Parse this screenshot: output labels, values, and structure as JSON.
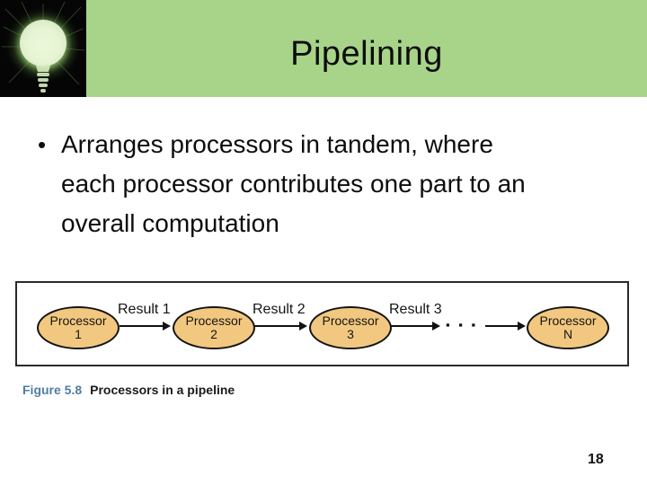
{
  "slide": {
    "title": "Pipelining",
    "bullet": {
      "marker": "•",
      "lines": [
        "Arranges processors in tandem, where",
        "each processor contributes one part to an",
        "overall computation"
      ]
    },
    "figure": {
      "processors": [
        {
          "label": "Processor",
          "sub": "1"
        },
        {
          "label": "Processor",
          "sub": "2"
        },
        {
          "label": "Processor",
          "sub": "3"
        },
        {
          "label": "Processor",
          "sub": "N"
        }
      ],
      "arrow_labels": [
        "Result 1",
        "Result 2",
        "Result 3"
      ],
      "ellipsis": "▪ ▪ ▪",
      "colors": {
        "oval_fill": "#F2C880",
        "oval_border": "#141414",
        "frame_border": "#2a2a2a"
      }
    },
    "caption": {
      "figure_label": "Figure 5.8",
      "text": "Processors in a pipeline",
      "label_color": "#4D7FA3"
    },
    "page_number": "18",
    "colors": {
      "header_green": "#A8D48A",
      "bulb_background": "#050505"
    }
  }
}
